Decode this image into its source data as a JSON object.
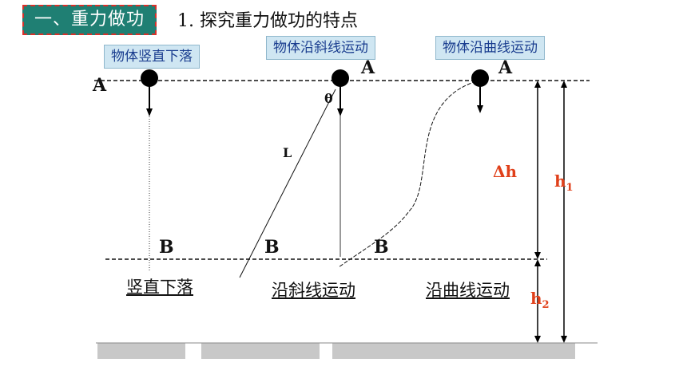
{
  "badge": "一、重力做功",
  "heading": "1. 探究重力做功的特点",
  "boxes": {
    "vertical": "物体竖直下落",
    "incline": "物体沿斜线运动",
    "curve": "物体沿曲线运动"
  },
  "points": {
    "a_left": "A",
    "a_mid": "A",
    "a_right": "A",
    "b_left": "B",
    "b_mid": "B",
    "b_right": "B"
  },
  "symbols": {
    "theta": "θ",
    "length": "L",
    "delta_h": "Δh",
    "h1": "h",
    "h1_sub": "1",
    "h2": "h",
    "h2_sub": "2"
  },
  "captions": {
    "vertical": "竖直下落",
    "incline": "沿斜线运动",
    "curve": "沿曲线运动"
  },
  "colors": {
    "badge_bg": "#1f7f73",
    "badge_border": "#d9302a",
    "box_bg": "#cfe6f2",
    "box_text": "#1a3d8f",
    "accent": "#e0401a"
  }
}
